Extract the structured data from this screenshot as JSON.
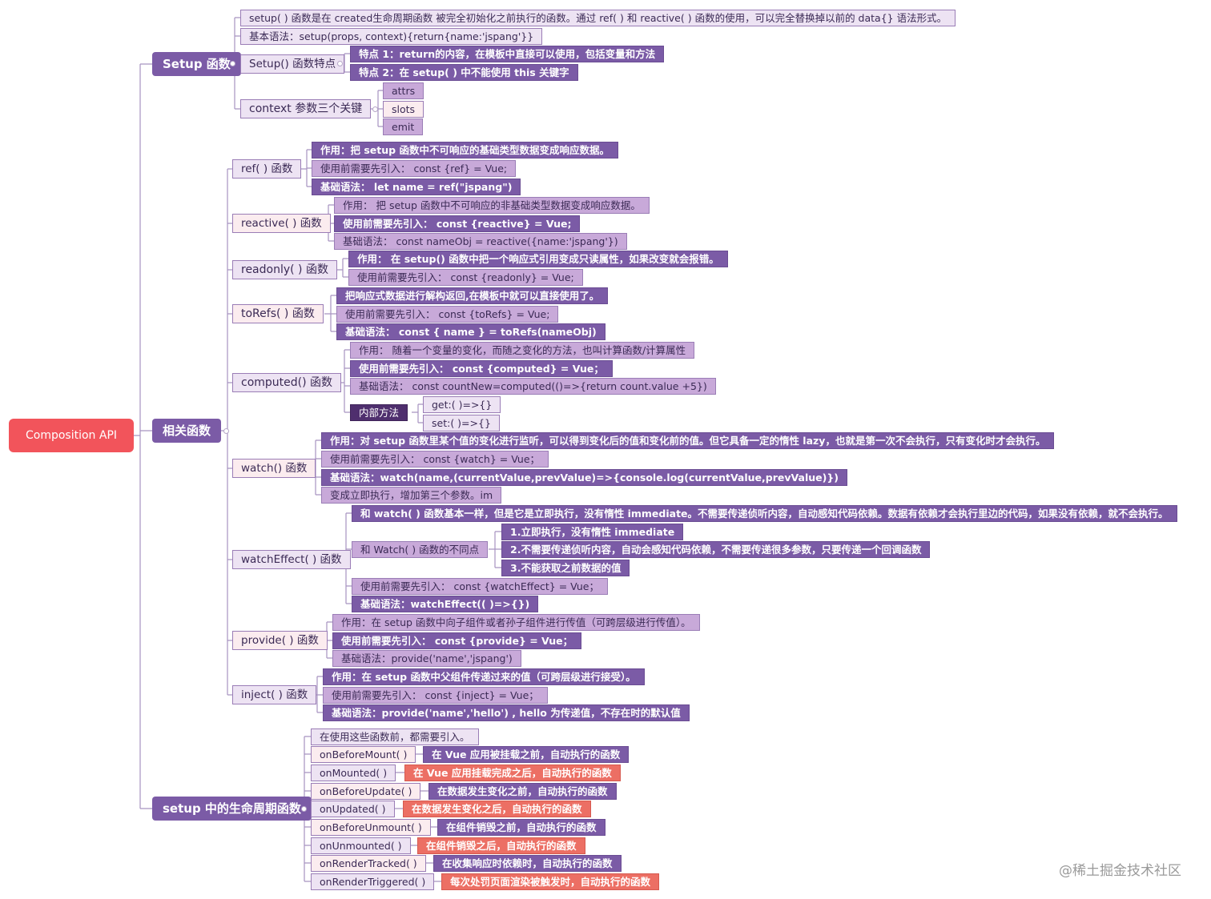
{
  "root": {
    "label": "Composition API",
    "color": "#f2545b"
  },
  "colors": {
    "dark": "#7b5ba6",
    "mid": "#c8a9d9",
    "light": "#ede3f3",
    "pink": "#fbecef",
    "red": "#ec6f64",
    "deep": "#4f2f6e"
  },
  "setup": {
    "label": "Setup 函数",
    "desc": "setup( ) 函数是在 created生命周期函数  被完全初始化之前执行的函数。通过 ref(  ) 和 reactive(  ) 函数的使用，可以完全替换掉以前的 data{} 语法形式。",
    "syntax": "基本语法：setup(props, context){return{name:'jspang'}}",
    "features": {
      "label": "Setup() 函数特点",
      "items": [
        "特点 1：return的内容，在模板中直接可以使用，包括变量和方法",
        "特点 2：在 setup( ) 中不能使用 this 关键字"
      ]
    },
    "context": {
      "label": "context 参数三个关键",
      "items": [
        "attrs",
        "slots",
        "emit"
      ]
    }
  },
  "related": {
    "label": "相关函数",
    "ref": {
      "label": "ref(  ) 函数",
      "items": [
        "作用：把 setup 函数中不可响应的基础类型数据变成响应数据。",
        "使用前需要先引入：  const {ref} = Vue;",
        "基础语法：  let  name = ref(\"jspang\")"
      ]
    },
    "reactive": {
      "label": "reactive( ) 函数",
      "items": [
        "作用：  把 setup 函数中不可响应的非基础类型数据变成响应数据。",
        "使用前需要先引入：  const {reactive} = Vue;",
        "基础语法：   const nameObj = reactive({name:'jspang'})"
      ]
    },
    "readonly": {
      "label": "readonly(  ) 函数",
      "items": [
        "作用：  在 setup() 函数中把一个响应式引用变成只读属性，如果改变就会报错。",
        "使用前需要先引入：  const {readonly} = Vue;"
      ]
    },
    "toRefs": {
      "label": "toRefs(  ) 函数",
      "items": [
        "把响应式数据进行解构返回,在模板中就可以直接使用了。",
        "使用前需要先引入：  const {toRefs} = Vue;",
        "基础语法：  const { name } = toRefs(nameObj)"
      ]
    },
    "computed": {
      "label": "computed() 函数",
      "items": [
        "作用：  随着一个变量的变化，而随之变化的方法，也叫计算函数/计算属性",
        "使用前需要先引入：   const  {computed} = Vue；",
        "基础语法：  const countNew=computed(()=>{return count.value +5})"
      ],
      "inner": {
        "label": "内部方法",
        "items": [
          "get:( )=>{}",
          "set:( )=>{}"
        ]
      }
    },
    "watch": {
      "label": "watch() 函数",
      "items": [
        "作用：对 setup 函数里某个值的变化进行监听，可以得到变化后的值和变化前的值。但它具备一定的惰性 lazy，也就是第一次不会执行，只有变化时才会执行。",
        "使用前需要先引入：   const  {watch} = Vue；",
        "基础语法：watch(name,(currentValue,prevValue)=>{console.log(currentValue,prevValue)})",
        "变成立即执行，增加第三个参数。im"
      ]
    },
    "watchEffect": {
      "label": "watchEffect( ) 函数",
      "desc": "和 watch( ) 函数基本一样，但是它是立即执行，没有惰性 immediate。不需要传递侦听内容，自动感知代码依赖。数据有依赖才会执行里边的代码，如果没有依赖，就不会执行。",
      "diff": {
        "label": "和 Watch( ) 函数的不同点",
        "items": [
          "1.立即执行，没有惰性 immediate",
          "2.不需要传递侦听内容，自动会感知代码依赖，不需要传递很多参数，只要传递一个回调函数",
          "3.不能获取之前数据的值"
        ]
      },
      "import": "使用前需要先引入：   const  {watchEffect} = Vue；",
      "syntax": "基础语法：watchEffect(( )=>{})"
    },
    "provide": {
      "label": "provide( ) 函数",
      "items": [
        "作用：在 setup 函数中向子组件或者孙子组件进行传值（可跨层级进行传值）。",
        "使用前需要先引入：   const  {provide} = Vue；",
        "基础语法：provide('name','jspang')"
      ]
    },
    "inject": {
      "label": "inject( ) 函数",
      "items": [
        "作用：在 setup 函数中父组件传递过来的值（可跨层级进行接受）。",
        "使用前需要先引入：   const  {inject} = Vue；",
        "基础语法：provide('name','hello') , hello 为传递值，不存在时的默认值"
      ]
    }
  },
  "lifecycle": {
    "label": "setup 中的生命周期函数",
    "note": "在使用这些函数前，都需要引入。",
    "items": [
      {
        "name": "onBeforeMount( )",
        "desc": "在 Vue 应用被挂载之前，自动执行的函数"
      },
      {
        "name": "onMounted( )",
        "desc": "在 Vue 应用挂载完成之后，自动执行的函数"
      },
      {
        "name": "onBeforeUpdate( )",
        "desc": "在数据发生变化之前，自动执行的函数"
      },
      {
        "name": "onUpdated( )",
        "desc": "在数据发生变化之后，自动执行的函数"
      },
      {
        "name": "onBeforeUnmount( )",
        "desc": "在组件销毁之前，自动执行的函数"
      },
      {
        "name": "onUnmounted( )",
        "desc": "在组件销毁之后，自动执行的函数"
      },
      {
        "name": "onRenderTracked( )",
        "desc": "在收集响应时依赖时，自动执行的函数"
      },
      {
        "name": "onRenderTriggered( )",
        "desc": "每次处罚页面渲染被触发时，自动执行的函数"
      }
    ]
  },
  "watermark": "@稀土掘金技术社区"
}
